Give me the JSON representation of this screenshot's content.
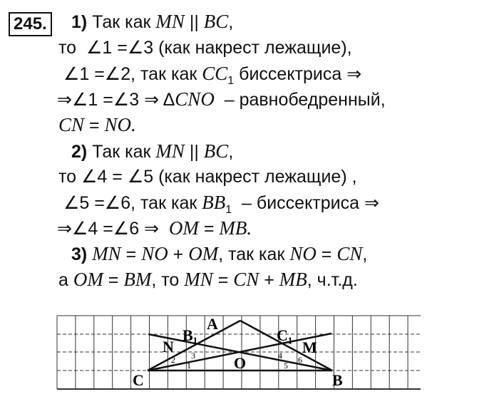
{
  "problem_number": "245.",
  "lines": [
    [
      {
        "t": "1) ",
        "s": "b"
      },
      {
        "t": "Так как "
      },
      {
        "t": "MN",
        "s": "m"
      },
      {
        "t": " || "
      },
      {
        "t": "BC",
        "s": "m"
      },
      {
        "t": ","
      }
    ],
    [
      {
        "t": "то  ∠1 =∠3 (как накрест лежащие),"
      }
    ],
    [
      {
        "t": " ∠1 =∠2, так как "
      },
      {
        "t": "CC",
        "s": "m"
      },
      {
        "t": "1",
        "s": "sub"
      },
      {
        "t": " биссектриса ⇒"
      }
    ],
    [
      {
        "t": "⇒∠1 =∠3 ⇒ Δ"
      },
      {
        "t": "CNO",
        "s": "m"
      },
      {
        "t": "  – равнобедренный,"
      }
    ],
    [
      {
        "t": "CN",
        "s": "m"
      },
      {
        "t": " = "
      },
      {
        "t": "NO.",
        "s": "m"
      }
    ],
    [
      {
        "t": "2) ",
        "s": "b"
      },
      {
        "t": "Так как "
      },
      {
        "t": "MN",
        "s": "m"
      },
      {
        "t": " || "
      },
      {
        "t": "BC",
        "s": "m"
      },
      {
        "t": ","
      }
    ],
    [
      {
        "t": "то ∠4 = ∠5 (как накрест лежащие) ,"
      }
    ],
    [
      {
        "t": " ∠5 =∠6, так как "
      },
      {
        "t": "BB",
        "s": "m"
      },
      {
        "t": "1",
        "s": "sub"
      },
      {
        "t": "  – биссектриса ⇒"
      }
    ],
    [
      {
        "t": "⇒∠4 =∠6 ⇒  "
      },
      {
        "t": "OM",
        "s": "m"
      },
      {
        "t": " = "
      },
      {
        "t": "MB.",
        "s": "m"
      }
    ],
    [
      {
        "t": "3) ",
        "s": "b"
      },
      {
        "t": "MN",
        "s": "m"
      },
      {
        "t": " = "
      },
      {
        "t": "NO",
        "s": "m"
      },
      {
        "t": " + "
      },
      {
        "t": "OM",
        "s": "m"
      },
      {
        "t": ", так как "
      },
      {
        "t": "NO",
        "s": "m"
      },
      {
        "t": " = "
      },
      {
        "t": "CN",
        "s": "m"
      },
      {
        "t": ","
      }
    ],
    [
      {
        "t": "а "
      },
      {
        "t": "OM",
        "s": "m"
      },
      {
        "t": " = "
      },
      {
        "t": "BM",
        "s": "m"
      },
      {
        "t": ", то "
      },
      {
        "t": "MN",
        "s": "m"
      },
      {
        "t": " = "
      },
      {
        "t": "CN",
        "s": "m"
      },
      {
        "t": " + "
      },
      {
        "t": "MB",
        "s": "m"
      },
      {
        "t": ", ч.т.д."
      }
    ]
  ],
  "diagram": {
    "points": {
      "A": "A",
      "B": "B",
      "C": "C",
      "B1": "B₁",
      "C1": "C₁",
      "N": "N",
      "M": "M",
      "O": "O"
    },
    "angles": [
      "1",
      "2",
      "3",
      "4",
      "5",
      "6"
    ]
  }
}
